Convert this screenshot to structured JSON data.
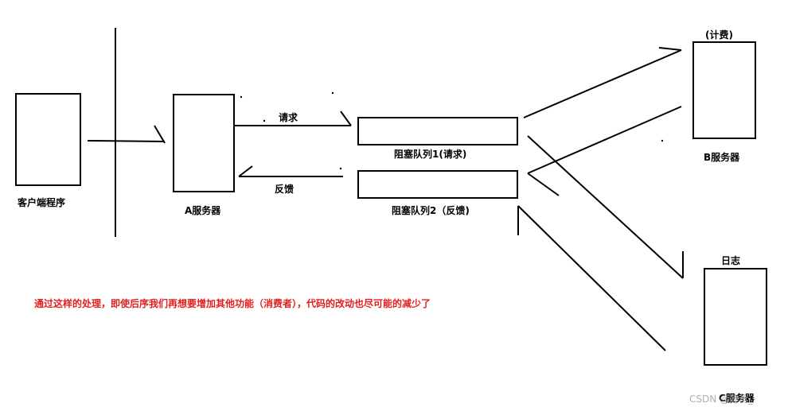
{
  "labels": {
    "client": "客户端程序",
    "server_a": "A服务器",
    "request": "请求",
    "feedback": "反馈",
    "queue1": "阻塞队列1(请求)",
    "queue2": "阻塞队列2（反馈)",
    "server_b_tag": "(计费)",
    "server_b": "B服务器",
    "server_c_tag": "日志",
    "server_c": "C服务器"
  },
  "note": "通过这样的处理，即使后序我们再想要增加其他功能（消费者），代码的改动也尽可能的减少了",
  "watermark": "CSDN @荷苒_",
  "colors": {
    "stroke": "#000000",
    "note": "#e31e1e",
    "watermark": "#9a9a9a"
  }
}
